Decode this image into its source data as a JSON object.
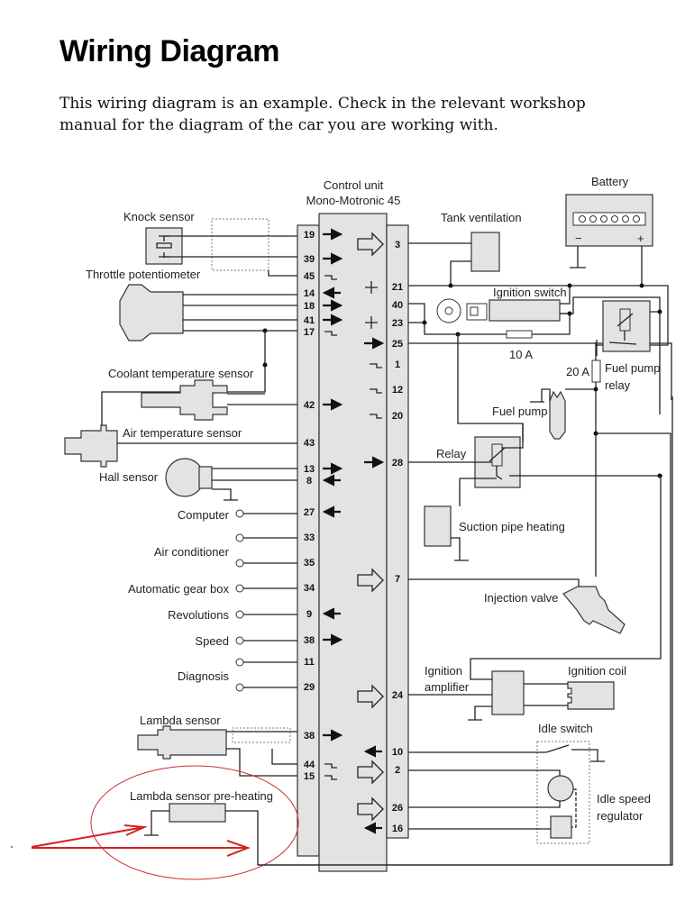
{
  "page": {
    "title": "Wiring Diagram",
    "intro": "This wiring diagram is an example. Check in the relevant workshop manual for the diagram of the car you are working with."
  },
  "control_unit": {
    "title_line1": "Control unit",
    "title_line2": "Mono-Motronic 45",
    "left_pins": [
      "19",
      "39",
      "45",
      "14",
      "18",
      "41",
      "17",
      "42",
      "43",
      "13",
      "8",
      "27",
      "33",
      "35",
      "34",
      "9",
      "38",
      "11",
      "29",
      "38",
      "44",
      "15"
    ],
    "right_pins": [
      "3",
      "21",
      "40",
      "23",
      "25",
      "1",
      "12",
      "20",
      "28",
      "7",
      "24",
      "10",
      "2",
      "26",
      "16"
    ]
  },
  "components": {
    "knock_sensor": "Knock sensor",
    "throttle_potentiometer": "Throttle potentiometer",
    "coolant_temperature_sensor": "Coolant temperature sensor",
    "air_temperature_sensor": "Air temperature sensor",
    "hall_sensor": "Hall sensor",
    "computer": "Computer",
    "air_conditioner": "Air conditioner",
    "automatic_gear_box": "Automatic gear box",
    "revolutions": "Revolutions",
    "speed": "Speed",
    "diagnosis": "Diagnosis",
    "lambda_sensor": "Lambda sensor",
    "lambda_sensor_preheating": "Lambda sensor pre-heating",
    "battery": "Battery",
    "battery_minus": "−",
    "battery_plus": "+",
    "tank_ventilation": "Tank ventilation",
    "ignition_switch": "Ignition switch",
    "fuse_10a": "10 A",
    "fuse_20a": "20 A",
    "fuel_pump_relay_1": "Fuel pump",
    "fuel_pump_relay_2": "relay",
    "fuel_pump": "Fuel pump",
    "relay": "Relay",
    "suction_pipe_heating": "Suction pipe heating",
    "injection_valve": "Injection valve",
    "ignition_amplifier_1": "Ignition",
    "ignition_amplifier_2": "amplifier",
    "ignition_coil": "Ignition coil",
    "idle_switch": "Idle switch",
    "idle_speed_regulator_1": "Idle speed",
    "idle_speed_regulator_2": "regulator"
  },
  "annotation": {
    "color": "#d42020",
    "highlight": "lambda_sensor_preheating"
  }
}
